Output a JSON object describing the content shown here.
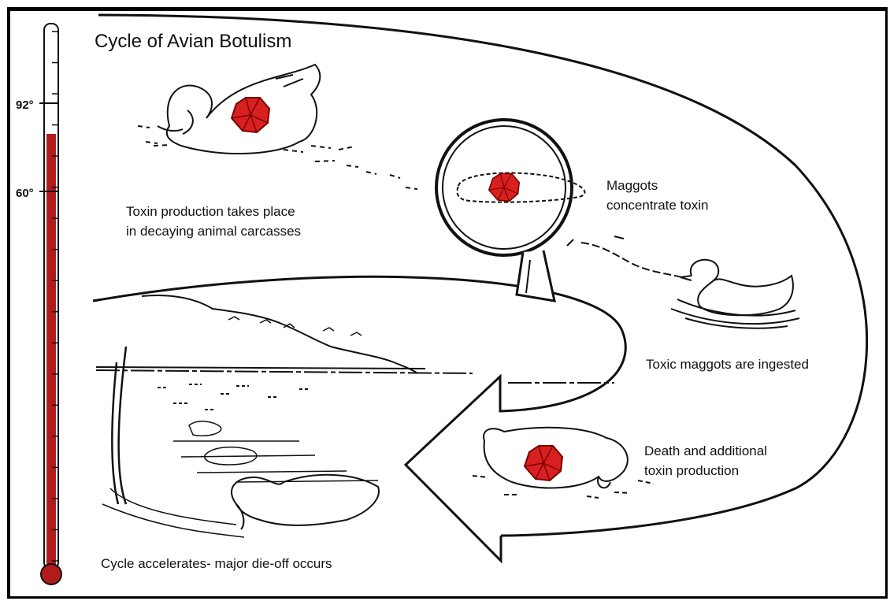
{
  "title": "Cycle of Avian Botulism",
  "thermometer": {
    "marks": [
      {
        "label": "92°"
      },
      {
        "label": "60°"
      }
    ],
    "fluid_color": "#b01c1c",
    "tick_count": 18
  },
  "labels": {
    "production": [
      "Toxin production takes place",
      "in decaying animal carcasses"
    ],
    "maggots": [
      "Maggots",
      "concentrate toxin"
    ],
    "ingested": "Toxic maggots are ingested",
    "death": [
      "Death and additional",
      "toxin production"
    ],
    "cycle": "Cycle accelerates- major die-off occurs"
  },
  "colors": {
    "toxin": "#d92020",
    "line": "#111111",
    "frame": "#000000",
    "background": "#ffffff"
  },
  "icons": {
    "toxin": "toxin-crystal-icon",
    "magnifier": "magnifying-glass-icon",
    "thermometer": "thermometer-icon"
  }
}
